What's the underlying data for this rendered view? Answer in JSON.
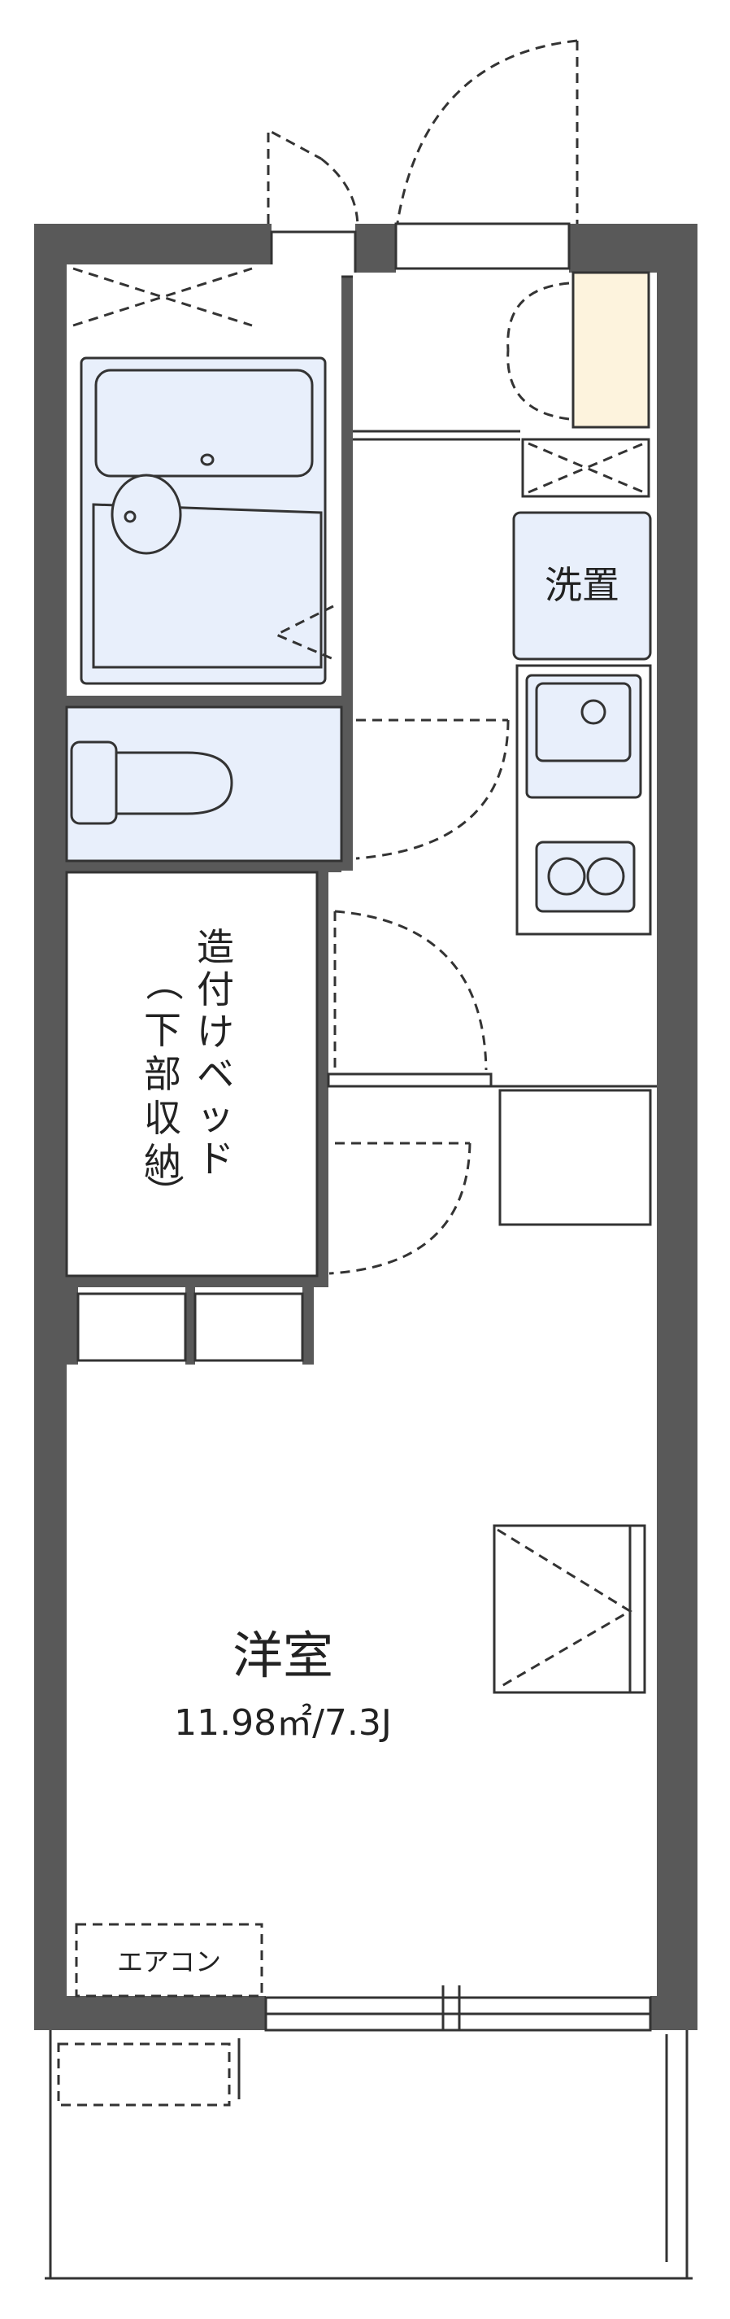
{
  "rooms": {
    "western_room": {
      "name": "洋室",
      "area": "11.98㎡/7.3J"
    },
    "washer": {
      "label": "洗置"
    },
    "built_in_bed": {
      "chars": [
        "造",
        "付",
        "け",
        "ベ",
        "ッ",
        "ド"
      ]
    },
    "under_storage": {
      "chars": [
        "（",
        "下",
        "部",
        "収",
        "納",
        "）"
      ]
    },
    "aircon": {
      "label": "エアコン"
    }
  },
  "colors": {
    "wall": "#595959",
    "fixture": "#e8effb",
    "shoe_box": "#fdf3dd",
    "line": "#333333"
  }
}
